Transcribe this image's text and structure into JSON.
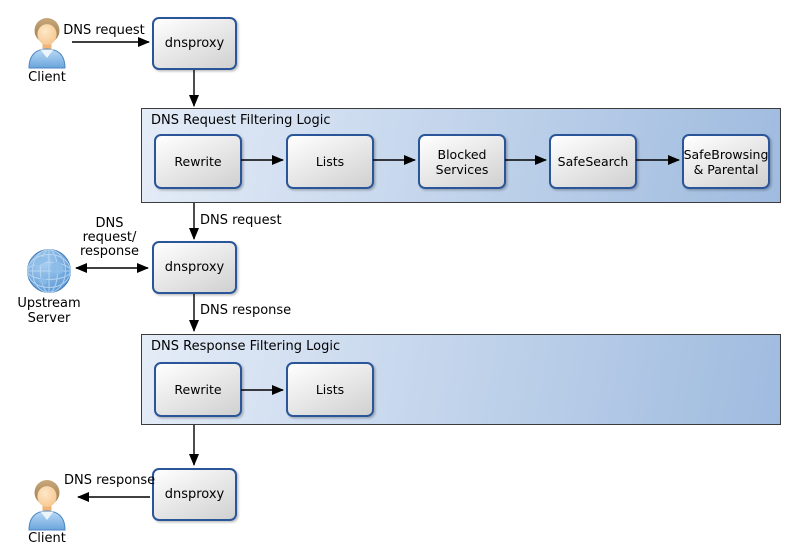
{
  "colors": {
    "node_border": "#2a5699",
    "node_fill_top": "#ffffff",
    "node_fill_bottom": "#d0d0d0",
    "container_fill_left": "#e4ecf7",
    "container_fill_right": "#9fbbdf",
    "container_border": "#3c3c3c",
    "arrow_color": "#000000",
    "text_color": "#000000",
    "globe_blue": "#4e8fd0",
    "shirt_blue": "#6aa5dd",
    "hair_brown": "#a98757",
    "skin_tone": "#f9d6a0"
  },
  "icons": {
    "client_top": "person-icon",
    "upstream": "globe-icon",
    "client_bottom": "person-icon"
  },
  "actors": {
    "client_top": {
      "label": "Client"
    },
    "upstream_server": {
      "label": "Upstream\nServer"
    },
    "client_bottom": {
      "label": "Client"
    }
  },
  "nodes": {
    "dnsproxy_top": {
      "label": "dnsproxy"
    },
    "dnsproxy_middle": {
      "label": "dnsproxy"
    },
    "dnsproxy_bottom": {
      "label": "dnsproxy"
    }
  },
  "containers": {
    "request_filtering": {
      "title": "DNS Request Filtering Logic",
      "steps": [
        "Rewrite",
        "Lists",
        "Blocked Services",
        "SafeSearch",
        "SafeBrowsing & Parental"
      ]
    },
    "response_filtering": {
      "title": "DNS Response Filtering Logic",
      "steps": [
        "Rewrite",
        "Lists"
      ]
    }
  },
  "edge_labels": {
    "client_to_proxy": "DNS request",
    "filter_to_proxy": "DNS request",
    "upstream_exchange": "DNS\nrequest/\nresponse",
    "proxy_to_response_filter": "DNS response",
    "proxy_to_client": "DNS response"
  }
}
